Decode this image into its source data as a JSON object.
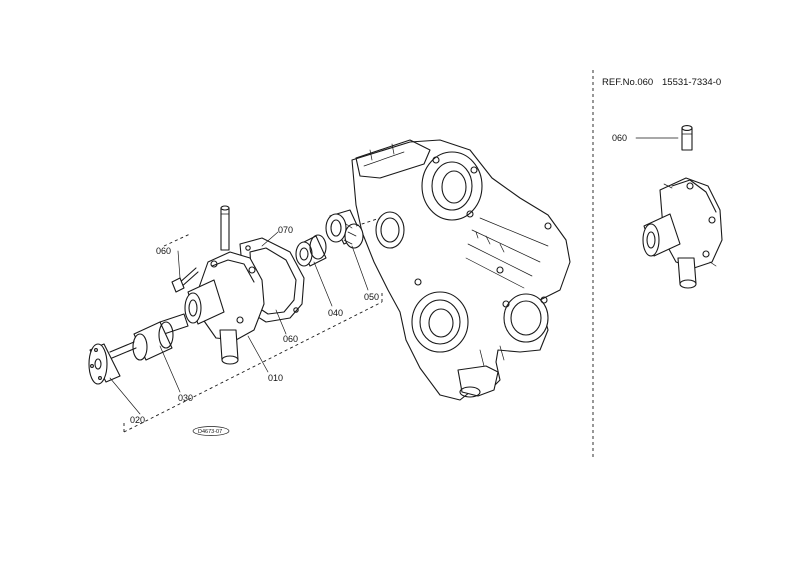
{
  "reference": {
    "ref_no": "REF.No.060",
    "part_number": "15531-7334-0"
  },
  "callouts": {
    "c010": "010",
    "c020": "020",
    "c030": "030",
    "c040": "040",
    "c050": "050",
    "c060a": "060",
    "c060b": "060",
    "c070": "070",
    "c060_ref": "060"
  },
  "badge": "D4673-07"
}
